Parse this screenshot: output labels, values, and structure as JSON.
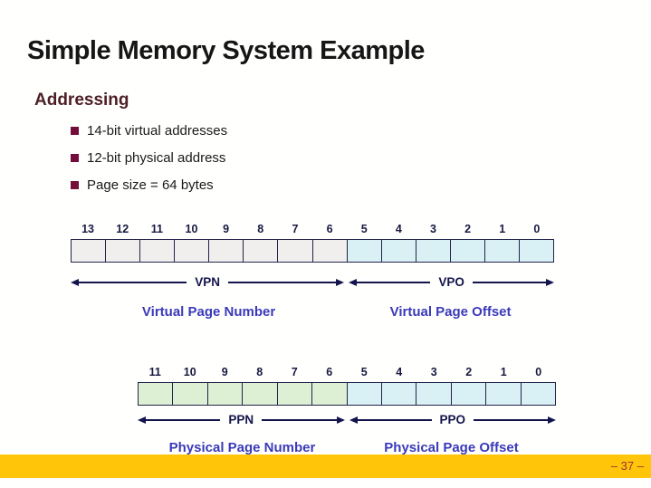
{
  "slide": {
    "title": "Simple Memory System Example",
    "heading": "Addressing",
    "bullets": [
      "14-bit virtual addresses",
      "12-bit physical address",
      "Page size = 64 bytes"
    ],
    "page_number": "– 37 –"
  },
  "colors": {
    "heading": "#4d1f24",
    "bullet_marker": "#750d3a",
    "bitnum_text": "#181840",
    "cell_border": "#23234a",
    "cell_gray": "#f0efee",
    "cell_cyan": "#d9f1f4",
    "cell_green": "#def0d4",
    "arrow": "#14144d",
    "caption": "#3a3aba",
    "footer_bar": "#ffc609",
    "page_number_text": "#a0303a"
  },
  "virtual_address": {
    "bits": [
      "13",
      "12",
      "11",
      "10",
      "9",
      "8",
      "7",
      "6",
      "5",
      "4",
      "3",
      "2",
      "1",
      "0"
    ],
    "high_field": {
      "abbr": "VPN",
      "label": "Virtual Page Number",
      "bit_count": 8,
      "cell_class": "gray"
    },
    "low_field": {
      "abbr": "VPO",
      "label": "Virtual Page Offset",
      "bit_count": 6,
      "cell_class": "cyan"
    }
  },
  "physical_address": {
    "bits": [
      "11",
      "10",
      "9",
      "8",
      "7",
      "6",
      "5",
      "4",
      "3",
      "2",
      "1",
      "0"
    ],
    "high_field": {
      "abbr": "PPN",
      "label": "Physical Page Number",
      "bit_count": 6,
      "cell_class": "green"
    },
    "low_field": {
      "abbr": "PPO",
      "label": "Physical Page Offset",
      "bit_count": 6,
      "cell_class": "cyan"
    }
  }
}
